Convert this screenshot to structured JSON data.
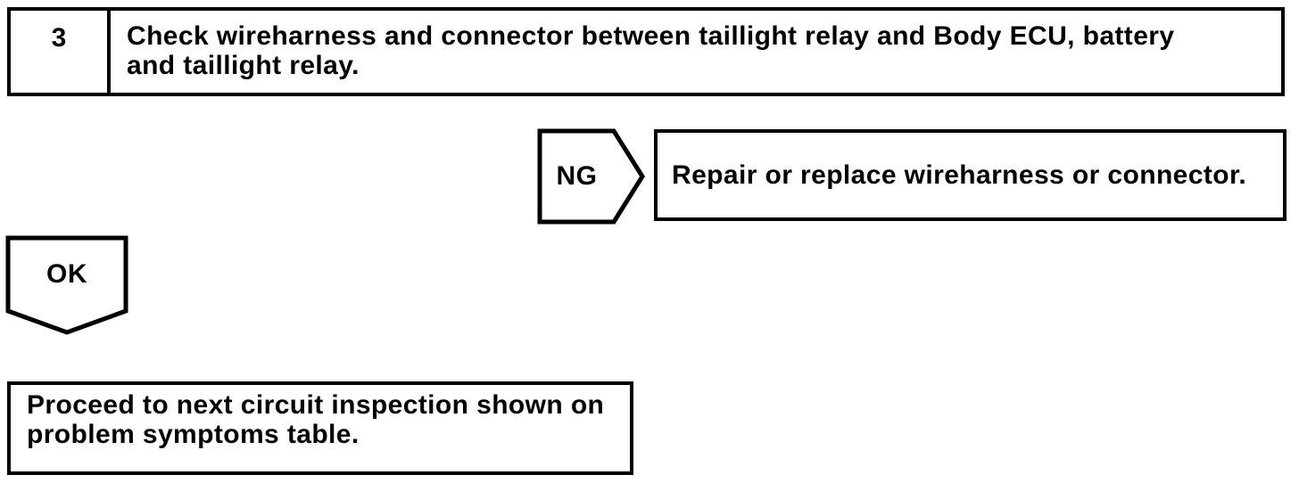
{
  "page": {
    "background_color": "#ffffff",
    "line_color": "#000000"
  },
  "step_box": {
    "number": "3",
    "instruction_lines": [
      "Check wireharness and connector between taillight relay and Body ECU, battery",
      "and taillight relay."
    ]
  },
  "ng_branch": {
    "label": "NG",
    "action": "Repair or replace wireharness or connector."
  },
  "ok_branch": {
    "label": "OK",
    "action_lines": [
      "Proceed to next circuit inspection shown on",
      "problem symptoms table."
    ]
  }
}
